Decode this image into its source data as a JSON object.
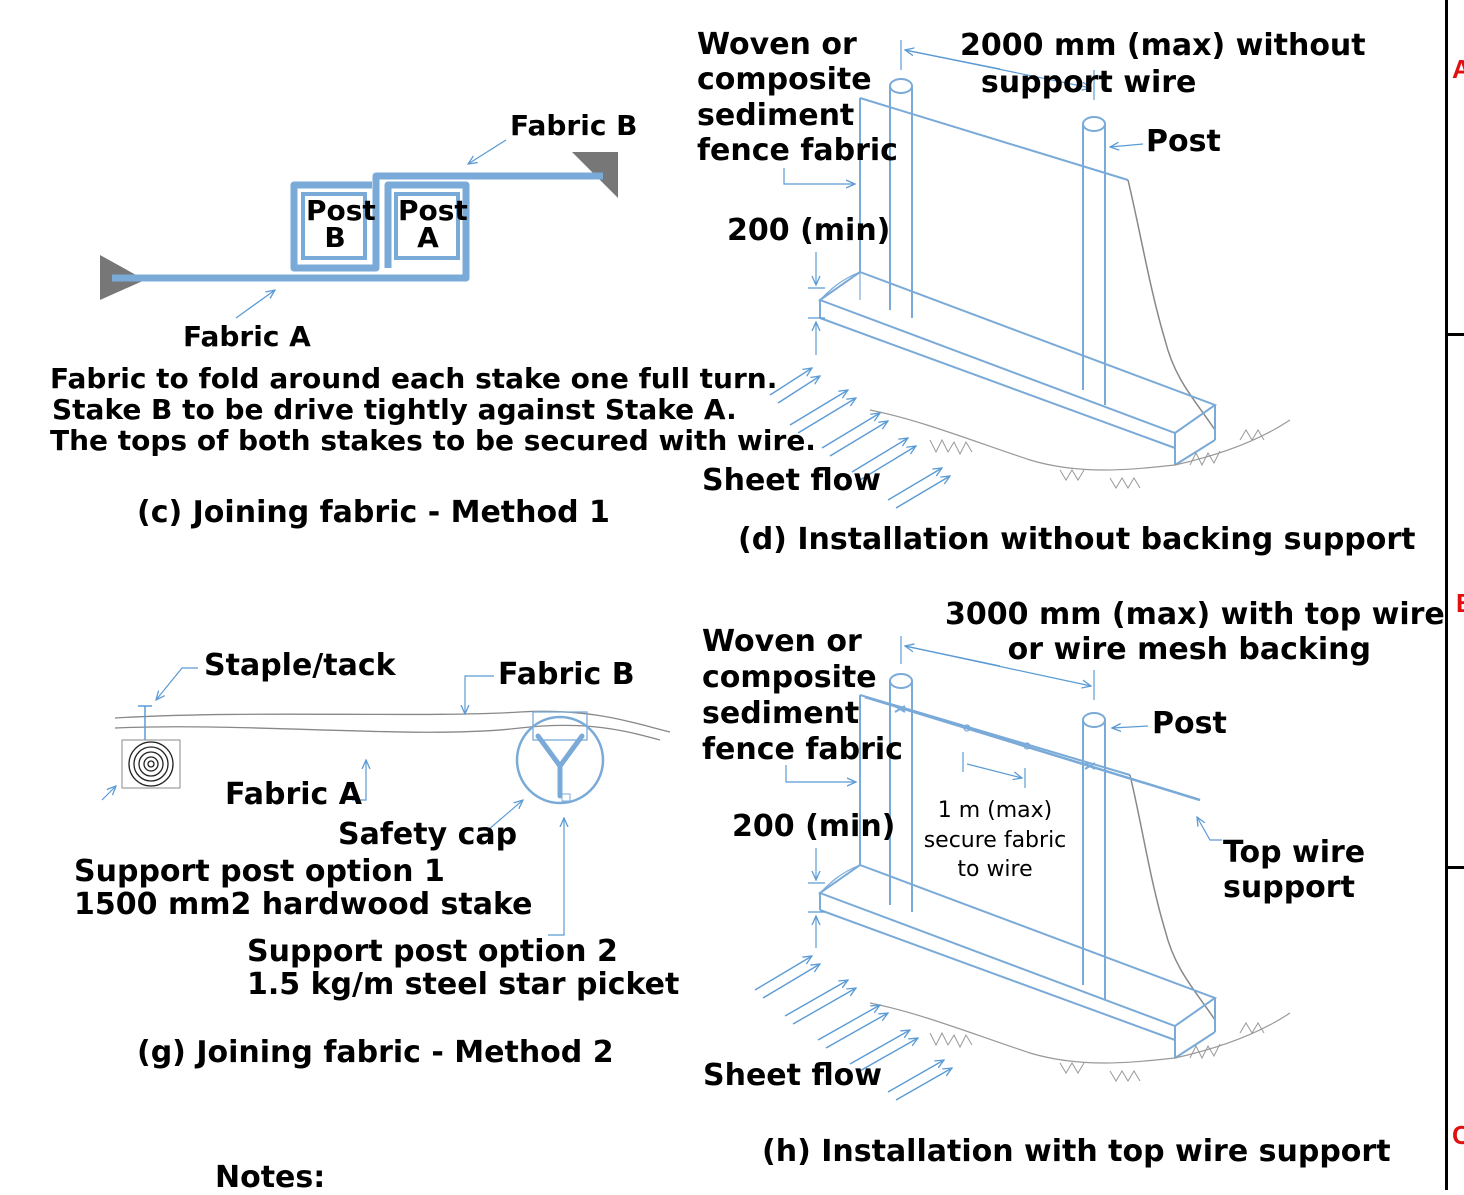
{
  "panel_c": {
    "fabric_b": "Fabric B",
    "post_b": "Post\nB",
    "post_a": "Post\nA",
    "fabric_a": "Fabric A",
    "note_lines": [
      "Fabric to fold around each stake one full turn.",
      "Stake B to be drive tightly against Stake A.",
      "The tops of both stakes to be secured with wire."
    ],
    "caption": "(c) Joining fabric - Method 1"
  },
  "panel_d": {
    "fabric_label": "Woven or\ncomposite\nsediment\nfence fabric",
    "spacing_label": "2000 mm (max) without\n  support wire",
    "post_label": "Post",
    "depth_label": "200 (min)",
    "flow_label": "Sheet flow",
    "caption": "(d) Installation without backing support"
  },
  "panel_g": {
    "staple_label": "Staple/tack",
    "fabric_b": "Fabric B",
    "fabric_a": "Fabric A",
    "safety_cap": "Safety cap",
    "option1": "Support post option 1\n1500 mm2 hardwood stake",
    "option2": "Support post option 2\n1.5 kg/m steel star picket",
    "caption": "(g) Joining fabric - Method 2"
  },
  "panel_h": {
    "fabric_label": "Woven or\ncomposite\nsediment\nfence fabric",
    "spacing_label": "3000 mm (max) with top wire\n      or wire mesh backing",
    "post_label": "Post",
    "depth_label": "200 (min)",
    "wire_spacing_label": "1 m (max)\nsecure fabric\nto wire",
    "top_wire_label": "Top wire\nsupport",
    "flow_label": "Sheet flow",
    "caption": "(h) Installation with top wire support"
  },
  "notes_heading": "Notes:",
  "side_markers": [
    "A",
    "B",
    "C"
  ],
  "colors": {
    "line_blue": "#5b9bd5",
    "fill_blue": "#7aaad8",
    "post_grey": "#707070",
    "marker_red": "#e01010"
  }
}
